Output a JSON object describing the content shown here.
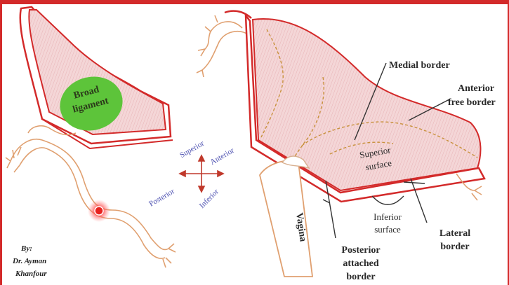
{
  "labels": {
    "broad_line1": "Broad",
    "broad_line2": "ligament",
    "medial_border": "Medial border",
    "anterior_free_line1": "Anterior",
    "anterior_free_line2": "free border",
    "superior_surface_line1": "Superior",
    "superior_surface_line2": "surface",
    "inferior_surface_line1": "Inferior",
    "inferior_surface_line2": "surface",
    "lateral_border_line1": "Lateral",
    "lateral_border_line2": "border",
    "posterior_attached_line1": "Posterior",
    "posterior_attached_line2": "attached",
    "posterior_attached_line3": "border",
    "vagina": "Vagina"
  },
  "orientation": {
    "superior": "Superior",
    "anterior": "Anterior",
    "posterior": "Posterior",
    "inferior": "Inferior"
  },
  "credit": {
    "line1": "By:",
    "line2": "Dr. Ayman",
    "line3": "Khanfour"
  },
  "colors": {
    "outline_red": "#d32a2a",
    "fill_pink": "#f2cfd0",
    "highlight_green": "#5dc43a",
    "dashed_orange": "#c8913c",
    "tube_outline": "#e0a070",
    "marker_red": "#e8231f",
    "orientation_blue": "#4b4fb0"
  }
}
